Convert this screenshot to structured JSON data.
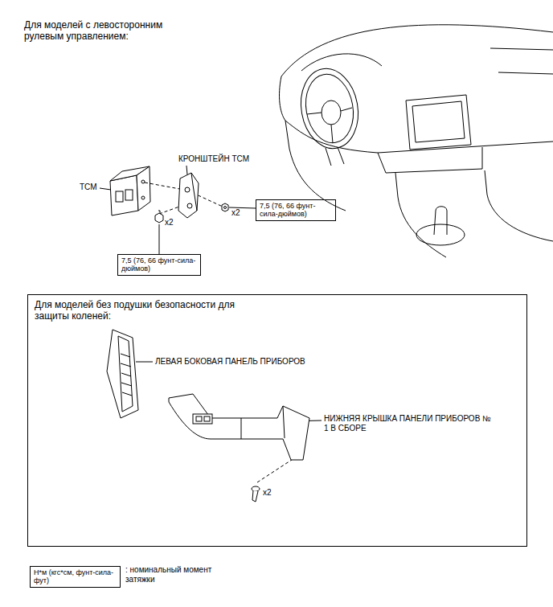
{
  "diagram": {
    "nodes": [
      {
        "text": [
          "7,5 (76, 66 фунт-сила-дюймов)"
        ]
      },
      {
        "text": [
          "7,5 (76, 66 фунт-сила-дюймов)"
        ]
      },
      {
        "text": [
          "Для моделей без подушки безопасности для защиты коленей:"
        ]
      },
      {
        "text": [
          "Н*м (кгс*см, фунт-сила-фут)"
        ]
      }
    ],
    "labels": [
      "Для моделей с левосторонним рулевым управлением:",
      "КРОНШТЕЙН TCM",
      "TCM",
      "x2",
      "x2",
      "ЛЕВАЯ БОКОВАЯ ПАНЕЛЬ ПРИБОРОВ",
      "НИЖНЯЯ КРЫШКА ПАНЕЛИ ПРИБОРОВ № 1 В СБОРЕ",
      "x2",
      ": номинальный момент затяжки"
    ]
  }
}
